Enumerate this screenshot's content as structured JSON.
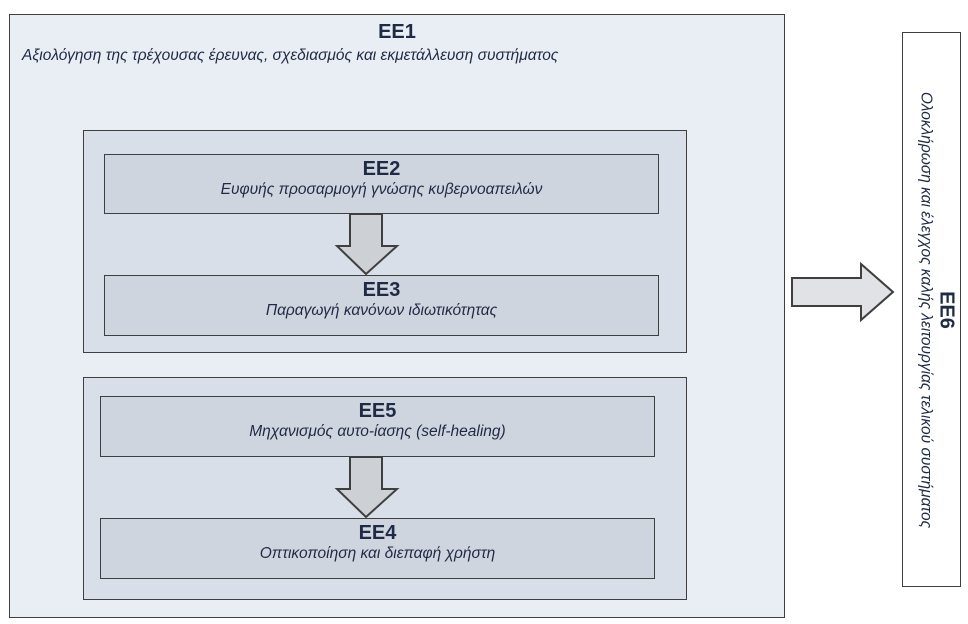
{
  "ee1": {
    "id": "EE1",
    "subtitle": "Αξιολόγηση της τρέχουσας έρευνας, σχεδιασμός και εκμετάλλευση συστήματος"
  },
  "ee2": {
    "id": "EE2",
    "subtitle": "Ευφυής προσαρμογή γνώσης κυβερνοαπειλών"
  },
  "ee3": {
    "id": "EE3",
    "subtitle": "Παραγωγή κανόνων ιδιωτικότητας"
  },
  "ee5": {
    "id": "EE5",
    "subtitle": "Μηχανισμός αυτο-ίασης (self-healing)"
  },
  "ee4": {
    "id": "EE4",
    "subtitle": "Οπτικοποίηση και διεπαφή χρήστη"
  },
  "ee6": {
    "id": "EE6",
    "subtitle": "Ολοκλήρωση και έλεγχος καλής λειτουργίας τελικού συστήματος"
  },
  "colors": {
    "outer_fill": "#e9edf4",
    "group_fill": "#d9dfe9",
    "box_fill": "#cfd5df",
    "arrow_fill": "#cdd1d6",
    "text": "#1f2a44"
  }
}
